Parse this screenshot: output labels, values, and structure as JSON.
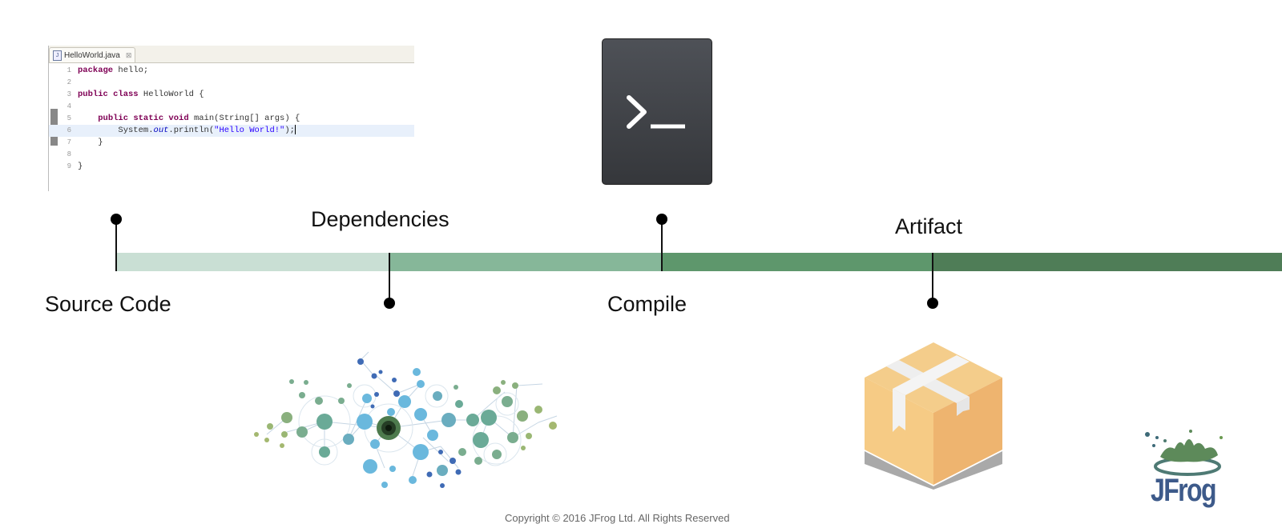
{
  "editor": {
    "tab_label": "HelloWorld.java",
    "file_icon": "java-file-icon",
    "close_icon": "close-icon",
    "lines": [
      {
        "num": "1",
        "code": "package hello;"
      },
      {
        "num": "2",
        "code": ""
      },
      {
        "num": "3",
        "code": "public class HelloWorld {"
      },
      {
        "num": "4",
        "code": ""
      },
      {
        "num": "5",
        "code": "    public static void main(String[] args) {"
      },
      {
        "num": "6",
        "code": "        System.out.println(\"Hello World!\");"
      },
      {
        "num": "7",
        "code": "    }"
      },
      {
        "num": "8",
        "code": ""
      },
      {
        "num": "9",
        "code": "}"
      }
    ]
  },
  "terminal": {
    "icon": "terminal-prompt-icon"
  },
  "timeline": {
    "stages": [
      {
        "label": "Source Code",
        "color": "#c9dfd4"
      },
      {
        "label": "Dependencies",
        "color": "#86b799"
      },
      {
        "label": "Compile",
        "color": "#5e976c"
      },
      {
        "label": "Artifact",
        "color": "#4f7d57"
      }
    ]
  },
  "illustrations": {
    "dependencies": "dependency-graph-icon",
    "artifact": "package-box-icon"
  },
  "brand": {
    "logo_text": "JFrog",
    "logo_color": "#3d5a8a"
  },
  "footer": {
    "text": "Copyright © 2016 JFrog Ltd. All Rights Reserved"
  }
}
